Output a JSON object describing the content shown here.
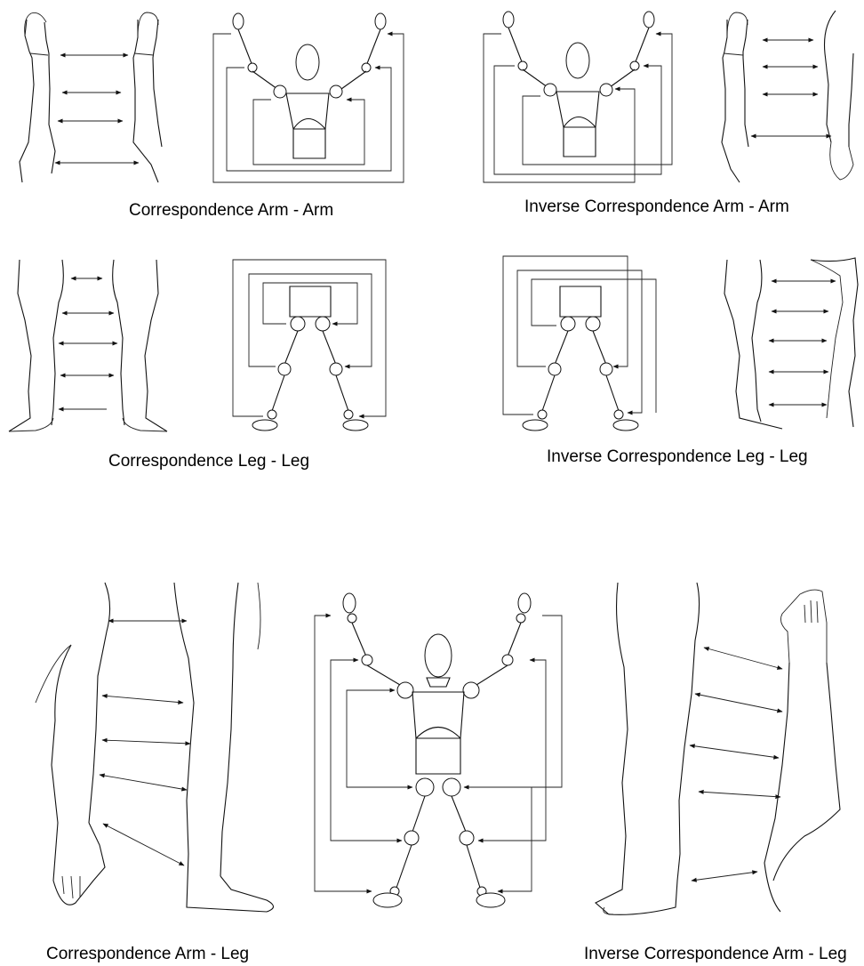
{
  "captions": {
    "arm_arm": "Correspondence Arm - Arm",
    "inverse_arm_arm": "Inverse Correspondence Arm - Arm",
    "leg_leg": "Correspondence Leg - Leg",
    "inverse_leg_leg": "Inverse Correspondence Leg - Leg",
    "arm_leg": "Correspondence Arm - Leg",
    "inverse_arm_leg": "Inverse Correspondence Arm - Leg"
  }
}
